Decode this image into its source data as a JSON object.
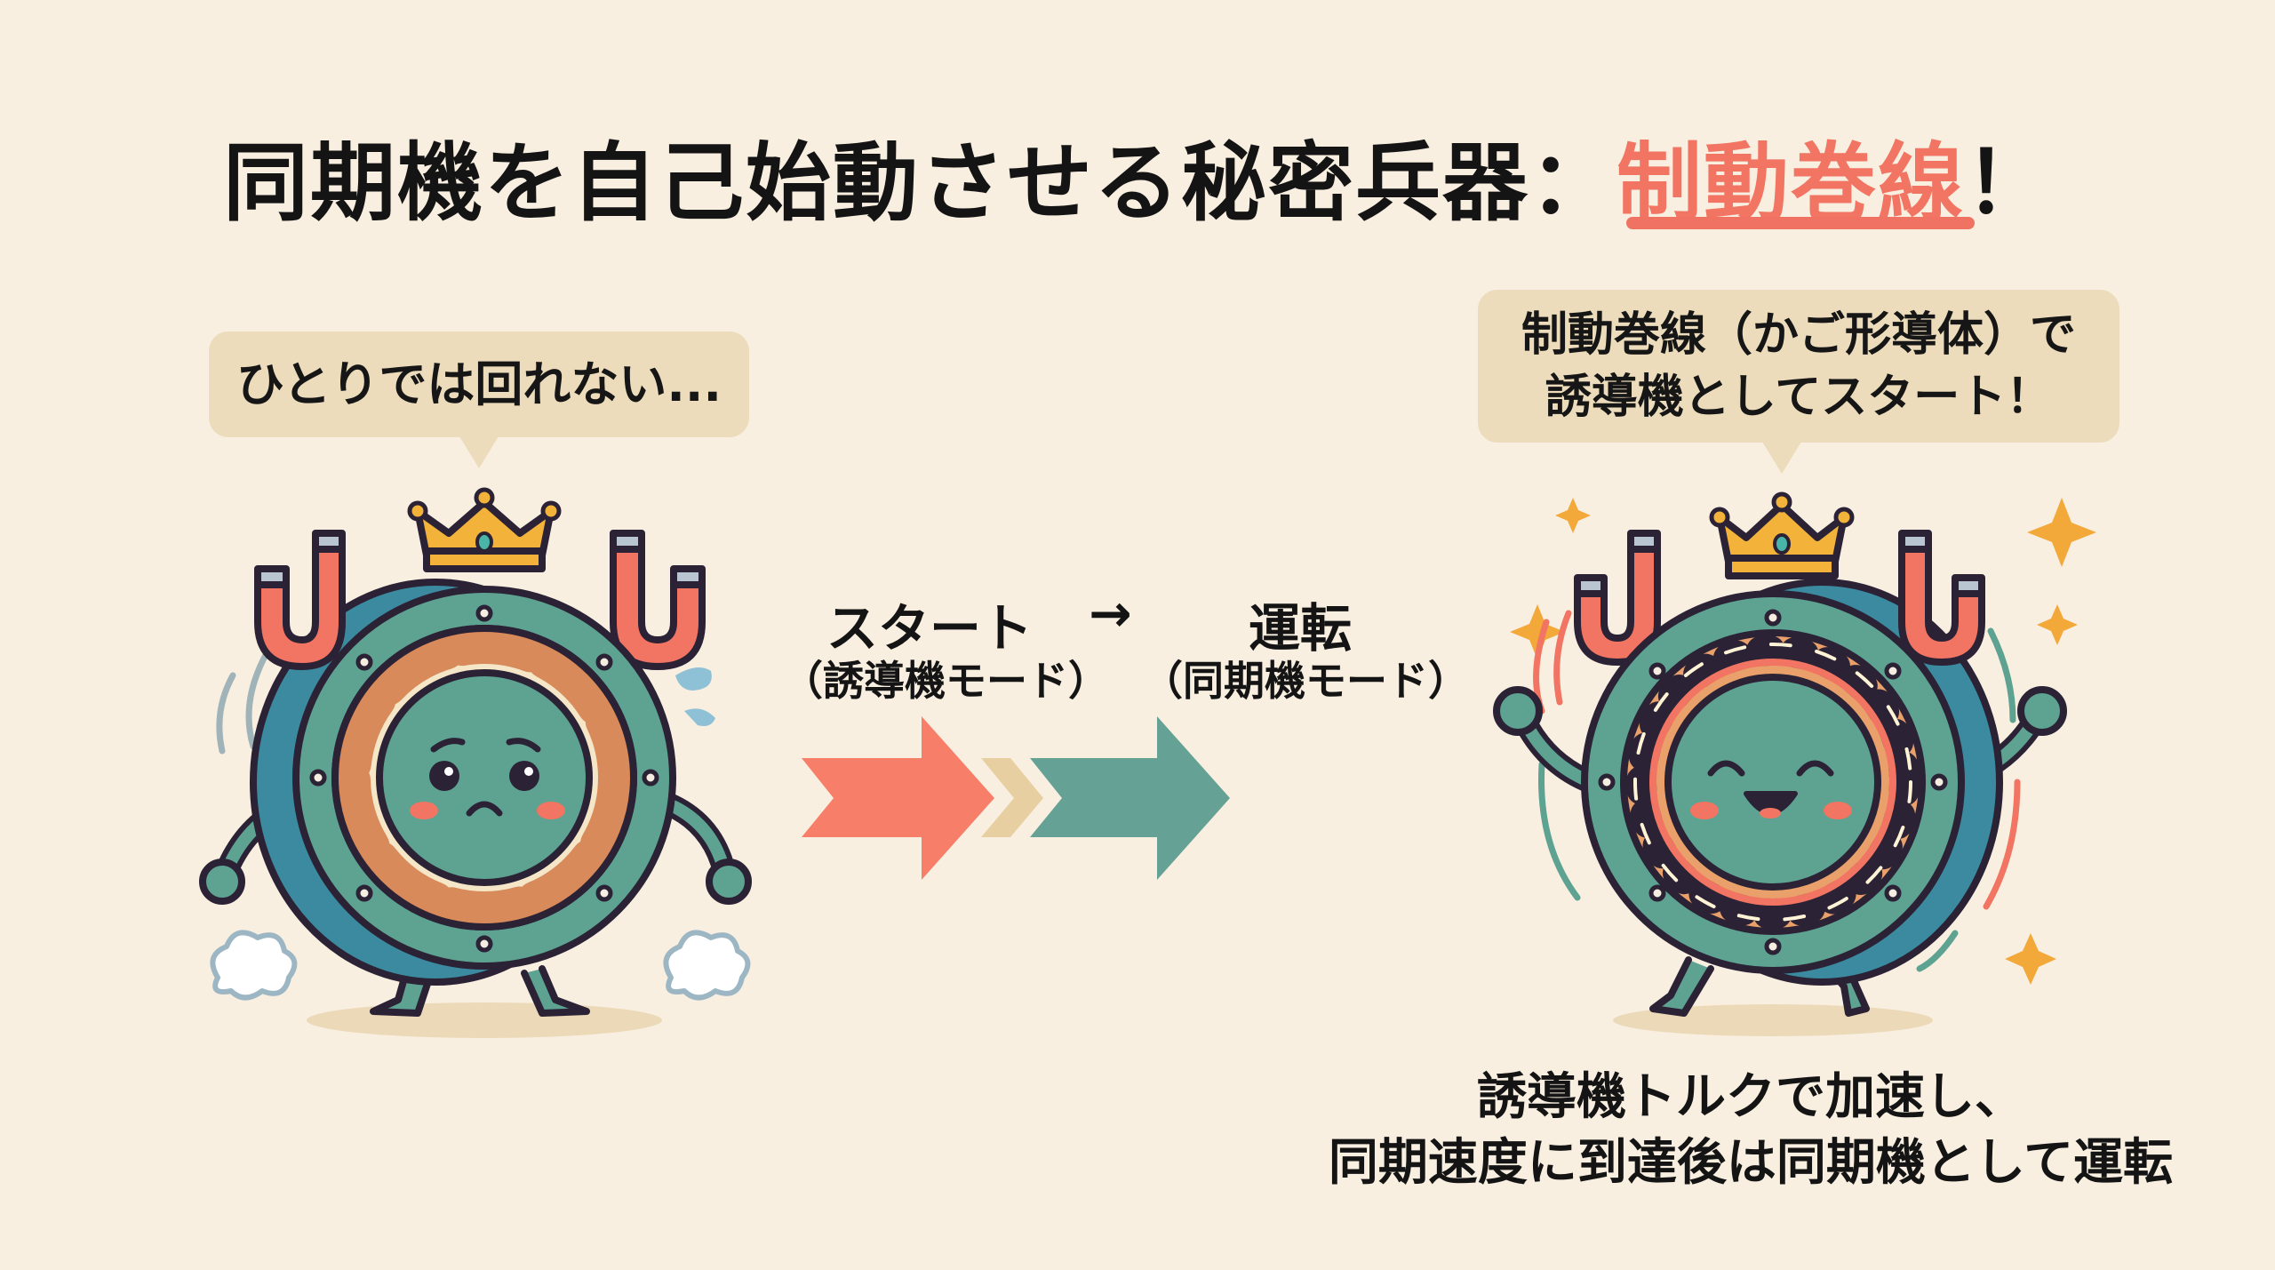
{
  "title": {
    "main": "同期機を自己始動させる秘密兵器：",
    "highlight": "制動巻線",
    "suffix": "！",
    "highlight_color": "#f27462"
  },
  "left_character": {
    "speech": "ひとりでは回れない...",
    "mood": "sad",
    "icons": [
      "crown-icon",
      "magnet-icon",
      "magnet-icon",
      "sweat-drop-icon",
      "dust-cloud-icon",
      "dust-cloud-icon"
    ]
  },
  "right_character": {
    "speech_line1": "制動巻線（かご形導体）で",
    "speech_line2": "誘導機としてスタート！",
    "mood": "happy",
    "icons": [
      "crown-icon",
      "magnet-icon",
      "magnet-icon",
      "sparkle-icon",
      "lightning-ring-icon"
    ]
  },
  "flow": {
    "start_label": "スタート",
    "arrow_symbol": "→",
    "run_label": "運転",
    "start_mode": "（誘導機モード）",
    "run_mode": "（同期機モード）",
    "colors": {
      "start_arrow": "#f77e68",
      "chevron": "#e8cfa2",
      "run_arrow": "#65a295"
    }
  },
  "caption": {
    "line1": "誘導機トルクで加速し、",
    "line2": "同期速度に到達後は同期機として運転"
  },
  "colors": {
    "background": "#f8efe1",
    "bubble": "#ecdcbb",
    "body_green": "#5ea392",
    "back_blue": "#3c8aa0",
    "copper": "#d88a5a",
    "outline": "#2b2235",
    "crown": "#f3b23a"
  }
}
